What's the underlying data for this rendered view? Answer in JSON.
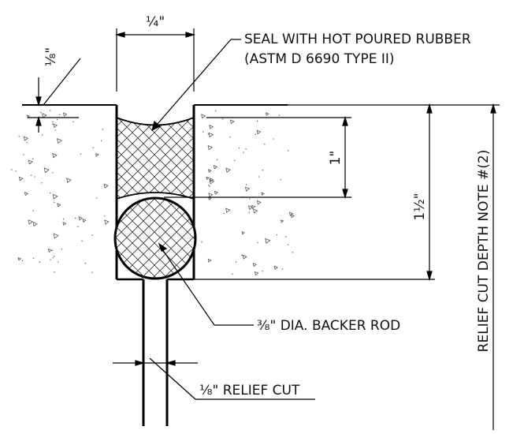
{
  "labels": {
    "seal_line1": "SEAL WITH HOT POURED RUBBER",
    "seal_line2": "(ASTM D 6690 TYPE II)",
    "backer_rod": "⅜\" DIA. BACKER ROD",
    "relief_cut": "⅛\" RELIEF CUT",
    "relief_depth": "RELIEF CUT DEPTH NOTE #(2)"
  },
  "dimensions": {
    "joint_width": "¼\"",
    "recess": "⅛\"",
    "seal_depth": "1\"",
    "total_depth": "1½\""
  }
}
